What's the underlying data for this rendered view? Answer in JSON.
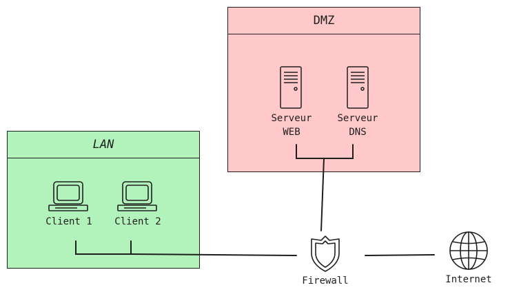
{
  "zones": {
    "dmz": {
      "title": "DMZ",
      "color": "#ffc9c9"
    },
    "lan": {
      "title": "LAN",
      "color": "#b2f2bb"
    }
  },
  "nodes": {
    "server_web": {
      "line1": "Serveur",
      "line2": "WEB"
    },
    "server_dns": {
      "line1": "Serveur",
      "line2": "DNS"
    },
    "client_1": {
      "label": "Client 1"
    },
    "client_2": {
      "label": "Client 2"
    },
    "firewall": {
      "label": "Firewall"
    },
    "internet": {
      "label": "Internet"
    }
  },
  "icons": [
    "server-icon",
    "computer-icon",
    "shield-icon",
    "globe-icon"
  ]
}
